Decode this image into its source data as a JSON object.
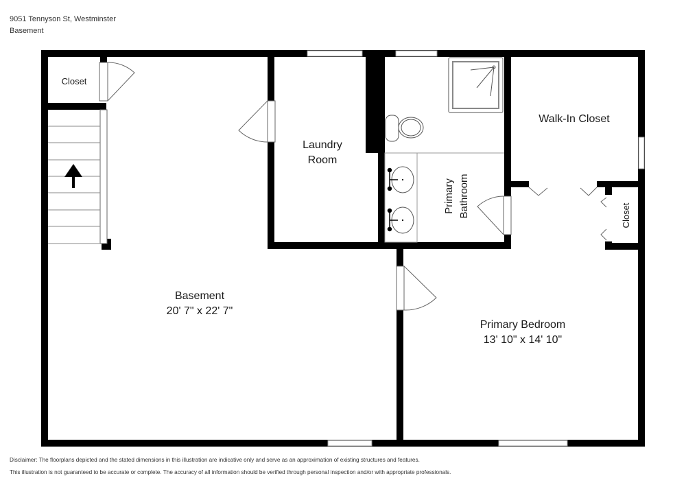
{
  "header": {
    "address": "9051 Tennyson St, Westminster",
    "level": "Basement"
  },
  "rooms": {
    "closet_top_left": {
      "name": "Closet"
    },
    "laundry": {
      "name_line1": "Laundry",
      "name_line2": "Room"
    },
    "primary_bathroom": {
      "name_line1": "Primary",
      "name_line2": "Bathroom"
    },
    "walk_in_closet": {
      "name": "Walk-In Closet"
    },
    "closet_right": {
      "name": "Closet"
    },
    "basement": {
      "name": "Basement",
      "dimensions": "20' 7\" x 22' 7\""
    },
    "primary_bedroom": {
      "name": "Primary Bedroom",
      "dimensions": "13' 10\" x 14' 10\""
    }
  },
  "footer": {
    "disclaimer_line1": "Disclaimer: The floorplans depicted and the stated dimensions in this illustration are indicative only and serve as an approximation of existing structures and features.",
    "disclaimer_line2": "This illustration is not guaranteed to be accurate or complete. The accuracy of all information should be verified through personal inspection and/or with appropriate professionals."
  },
  "colors": {
    "wall": "#000000",
    "fixture_line": "#555555",
    "background": "#ffffff"
  }
}
